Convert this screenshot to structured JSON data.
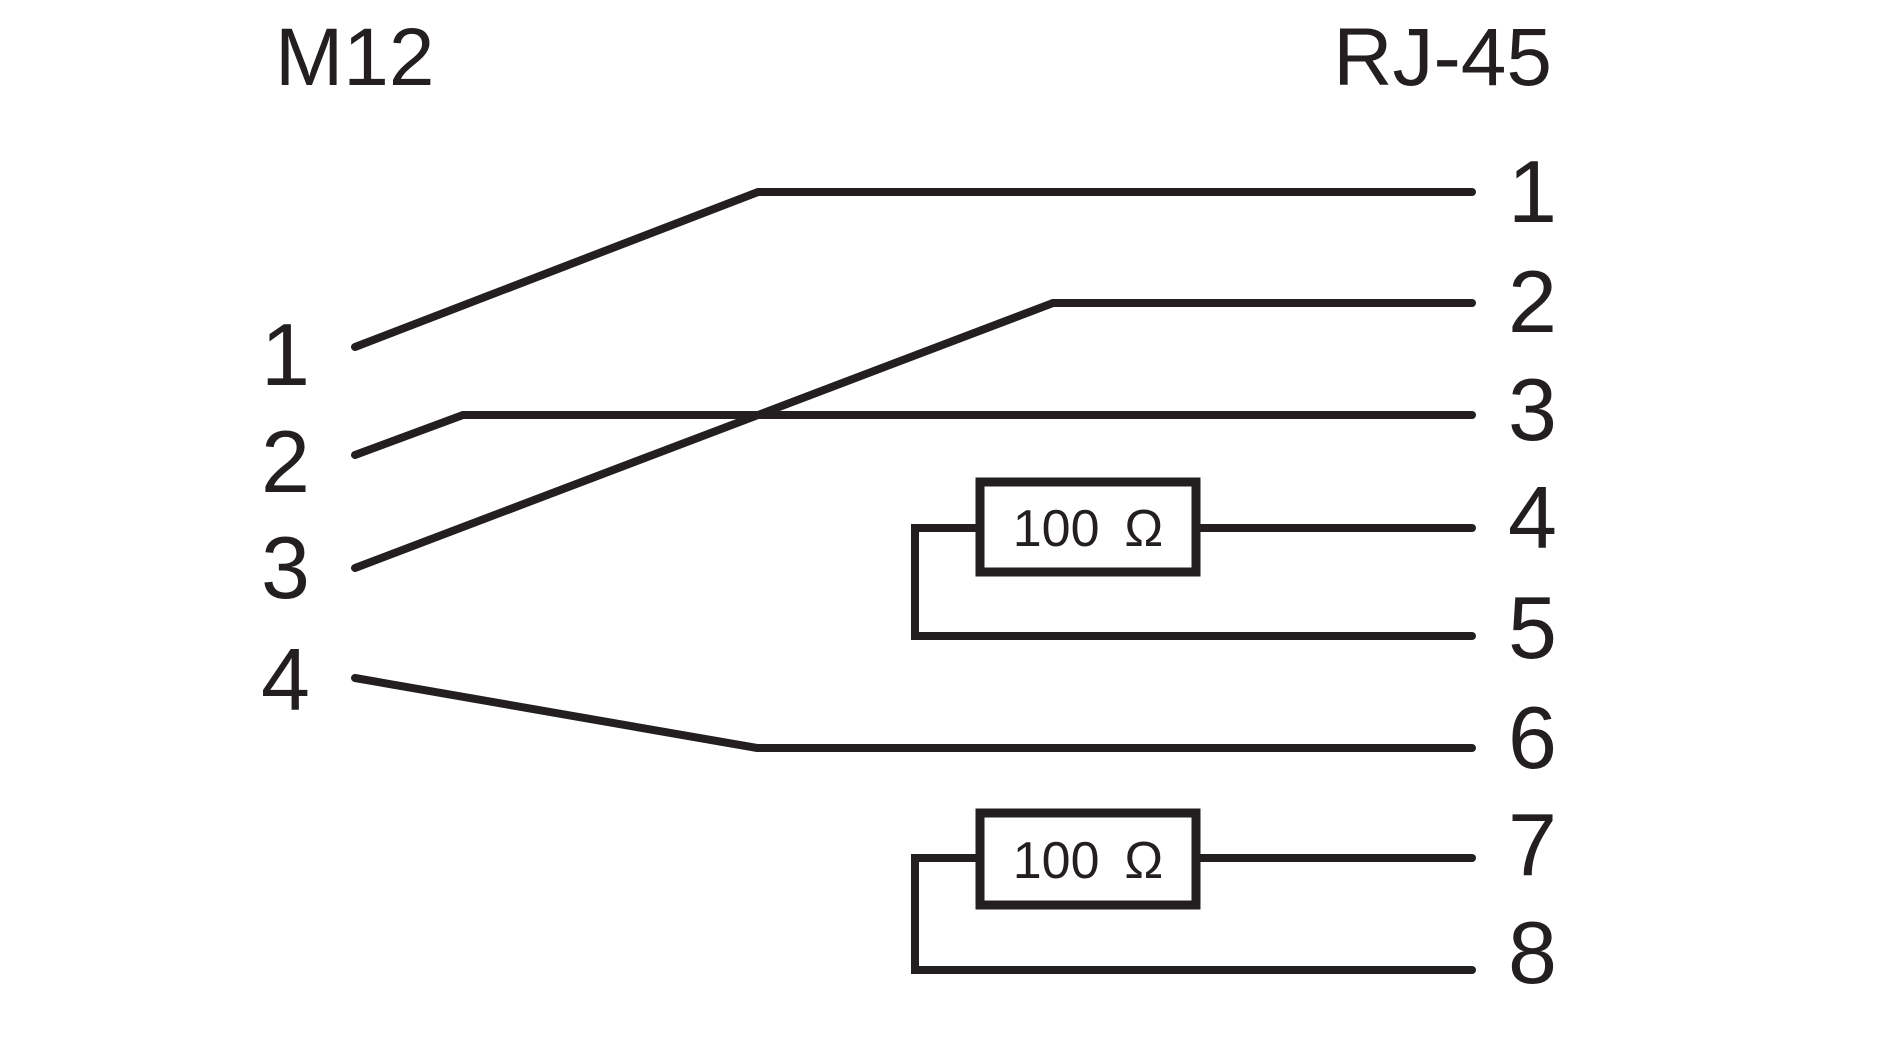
{
  "diagram": {
    "title_left": "M12",
    "title_right": "RJ-45",
    "left_connector": {
      "name": "M12",
      "pins": [
        {
          "label": "1"
        },
        {
          "label": "2"
        },
        {
          "label": "3"
        },
        {
          "label": "4"
        }
      ]
    },
    "right_connector": {
      "name": "RJ-45",
      "pins": [
        {
          "label": "1"
        },
        {
          "label": "2"
        },
        {
          "label": "3"
        },
        {
          "label": "4"
        },
        {
          "label": "5"
        },
        {
          "label": "6"
        },
        {
          "label": "7"
        },
        {
          "label": "8"
        }
      ]
    },
    "components": [
      {
        "id": "resistor-top",
        "label": "100  Ω",
        "value": "100",
        "unit": "Ω",
        "connects": [
          "RJ-45 pin 4",
          "RJ-45 pin 5"
        ]
      },
      {
        "id": "resistor-bottom",
        "label": "100  Ω",
        "value": "100",
        "unit": "Ω",
        "connects": [
          "RJ-45 pin 7",
          "RJ-45 pin 8"
        ]
      }
    ],
    "connections": [
      {
        "from": "M12 pin 1",
        "to": "RJ-45 pin 1"
      },
      {
        "from": "M12 pin 2",
        "to": "RJ-45 pin 3"
      },
      {
        "from": "M12 pin 3",
        "to": "RJ-45 pin 2"
      },
      {
        "from": "M12 pin 4",
        "to": "RJ-45 pin 6"
      },
      {
        "from": "RJ-45 pin 4",
        "to": "RJ-45 pin 5",
        "via": "resistor-top"
      },
      {
        "from": "RJ-45 pin 7",
        "to": "RJ-45 pin 8",
        "via": "resistor-bottom"
      }
    ],
    "colors": {
      "background": "#ffffff",
      "ink": "#231f20"
    }
  }
}
